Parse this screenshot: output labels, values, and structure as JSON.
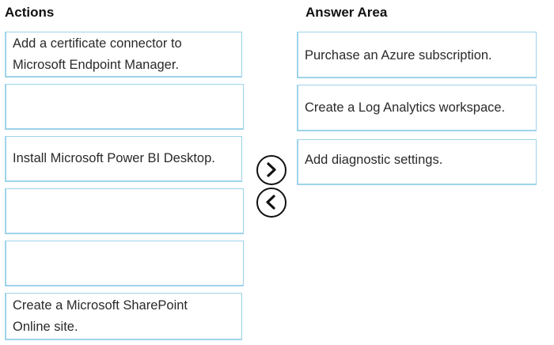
{
  "actions": {
    "heading": "Actions",
    "items": [
      {
        "text": "Add a certificate connector to Microsoft Endpoint Manager."
      },
      {
        "text": ""
      },
      {
        "text": "Install Microsoft Power BI Desktop."
      },
      {
        "text": ""
      },
      {
        "text": ""
      },
      {
        "text": "Create a Microsoft SharePoint Online site."
      }
    ]
  },
  "answer_area": {
    "heading": "Answer Area",
    "items": [
      {
        "text": "Purchase an Azure subscription."
      },
      {
        "text": "Create a Log Analytics workspace."
      },
      {
        "text": "Add diagnostic settings."
      }
    ]
  },
  "controls": {
    "move_right_icon": "chevron-right-icon",
    "move_left_icon": "chevron-left-icon"
  },
  "colors": {
    "box_border": "#9ed3ea",
    "text": "#2a2a2a"
  }
}
